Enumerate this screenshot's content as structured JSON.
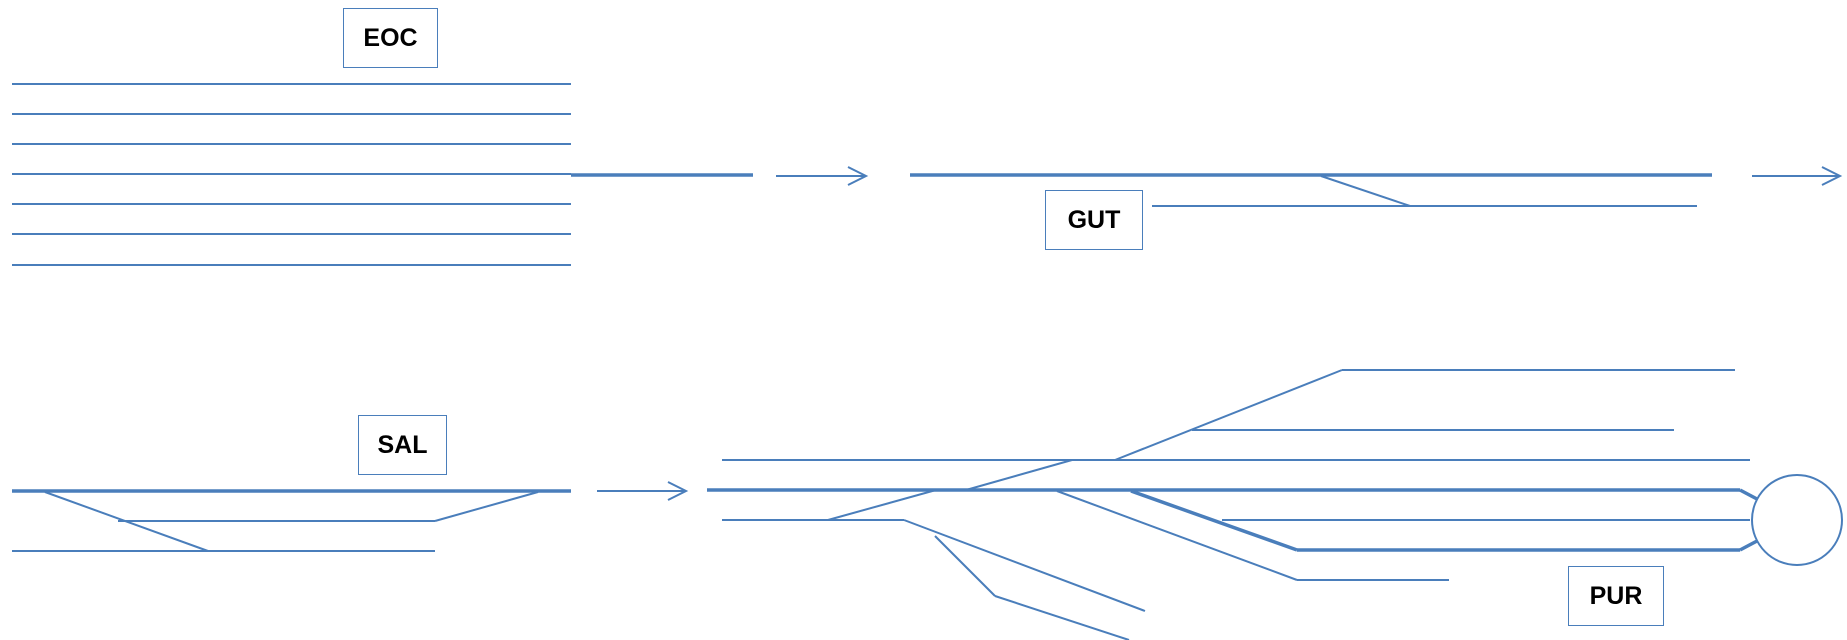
{
  "colors": {
    "track": "#4a7ebb",
    "text": "#000000",
    "background": "#ffffff"
  },
  "stations": {
    "eoc": {
      "label": "EOC"
    },
    "gut": {
      "label": "GUT"
    },
    "sal": {
      "label": "SAL"
    },
    "pur": {
      "label": "PUR"
    }
  },
  "icons": [
    "arrow-right-icon",
    "turntable-circle-icon"
  ]
}
